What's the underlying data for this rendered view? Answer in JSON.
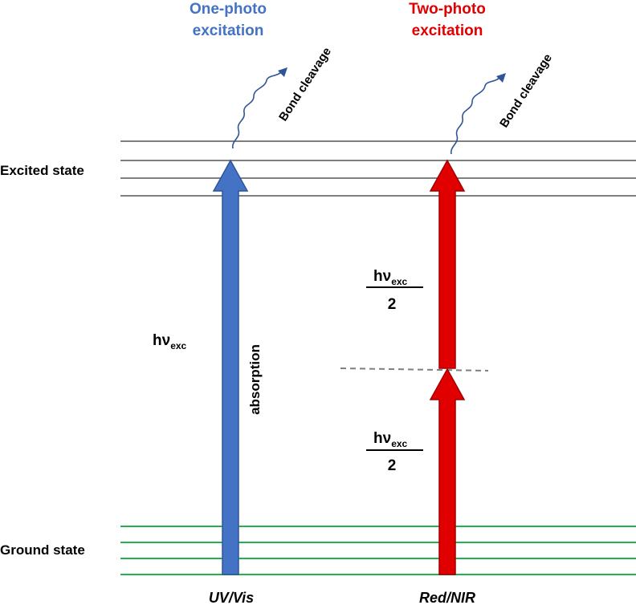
{
  "colors": {
    "one_photon": "#4472C4",
    "two_photon": "#E00000",
    "excited_lines": "#7f7f7f",
    "ground_lines": "#21B24B",
    "text": "#000000"
  },
  "headers": {
    "one_photon_line1": "One-photo",
    "one_photon_line2": "excitation",
    "two_photon_line1": "Two-photo",
    "two_photon_line2": "excitation"
  },
  "states": {
    "excited": "Excited state",
    "ground": "Ground state"
  },
  "labels": {
    "bond_cleavage_left": "Bond cleavage",
    "bond_cleavage_right": "Bond cleavage",
    "absorption": "absorption",
    "hv_main": "hν",
    "hv_main_sub": "exc",
    "hv_upper": "hν",
    "hv_upper_sub": "exc",
    "hv_upper_den": "2",
    "hv_lower": "hν",
    "hv_lower_sub": "exc",
    "hv_lower_den": "2"
  },
  "footers": {
    "left": "UV/Vis",
    "right": "Red/NIR"
  },
  "icons": {
    "wavy_arrow": "wavy-arrow-icon"
  }
}
